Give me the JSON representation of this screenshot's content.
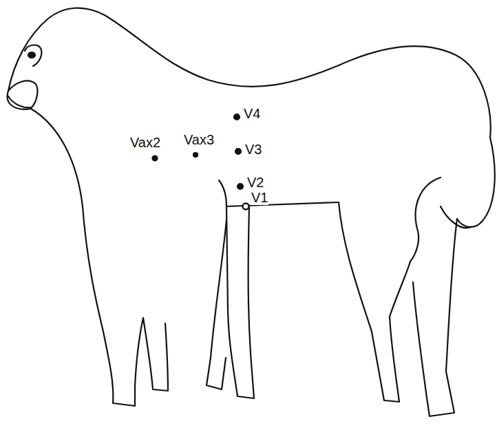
{
  "diagram": {
    "labels": [
      "V4",
      "Vax2",
      "Vax3",
      "V3",
      "V2",
      "V1"
    ]
  }
}
